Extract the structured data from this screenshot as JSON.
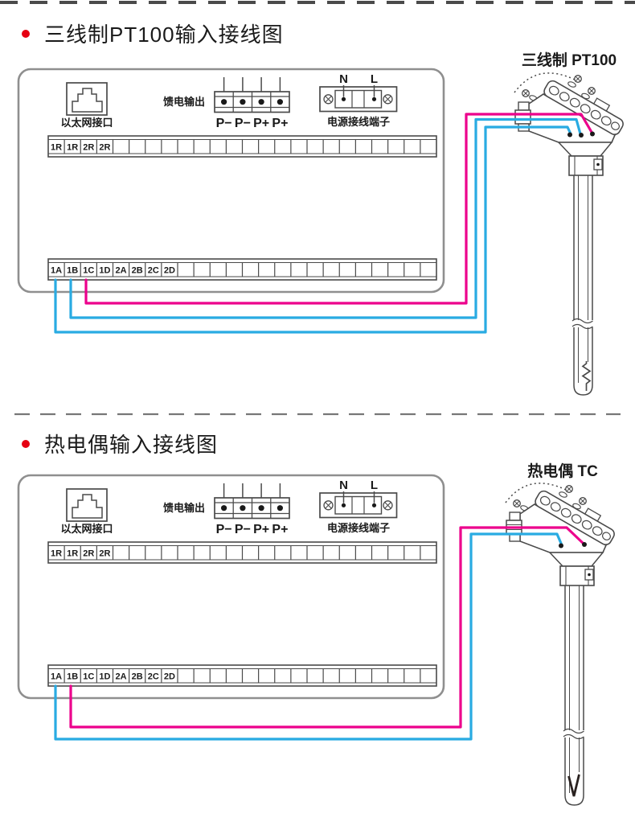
{
  "colors": {
    "wire_blue": "#29abe2",
    "wire_magenta": "#ec008c",
    "bullet_red": "#e60012",
    "line": "#4a4a4a",
    "box_border": "#8f8f8f",
    "dash_line": "#777777",
    "text": "#1a1a1a"
  },
  "sections": [
    {
      "title": "三线制PT100输入接线图",
      "sensor_label": "三线制 PT100",
      "device": {
        "ethernet_label": "以太网接口",
        "feed_output_label": "馈电输出",
        "feed_terminal_labels": [
          "P−",
          "P−",
          "P+",
          "P+"
        ],
        "power_terminal_n": "N",
        "power_terminal_l": "L",
        "power_terminal_label": "电源接线端子",
        "terminal_row_top": {
          "cell_count": 24,
          "labels": [
            "1R",
            "1R",
            "2R",
            "2R"
          ]
        },
        "terminal_row_bottom": {
          "cell_count": 24,
          "labels": [
            "1A",
            "1B",
            "1C",
            "1D",
            "2A",
            "2B",
            "2C",
            "2D"
          ]
        }
      },
      "connections": [
        {
          "terminal": "1A",
          "wire_color": "blue"
        },
        {
          "terminal": "1B",
          "wire_color": "blue"
        },
        {
          "terminal": "1C",
          "wire_color": "magenta"
        }
      ]
    },
    {
      "title": "热电偶输入接线图",
      "sensor_label": "热电偶 TC",
      "device": {
        "ethernet_label": "以太网接口",
        "feed_output_label": "馈电输出",
        "feed_terminal_labels": [
          "P−",
          "P−",
          "P+",
          "P+"
        ],
        "power_terminal_n": "N",
        "power_terminal_l": "L",
        "power_terminal_label": "电源接线端子",
        "terminal_row_top": {
          "cell_count": 24,
          "labels": [
            "1R",
            "1R",
            "2R",
            "2R"
          ]
        },
        "terminal_row_bottom": {
          "cell_count": 24,
          "labels": [
            "1A",
            "1B",
            "1C",
            "1D",
            "2A",
            "2B",
            "2C",
            "2D"
          ]
        }
      },
      "connections": [
        {
          "terminal": "1A",
          "wire_color": "blue"
        },
        {
          "terminal": "1B",
          "wire_color": "magenta"
        }
      ]
    }
  ]
}
